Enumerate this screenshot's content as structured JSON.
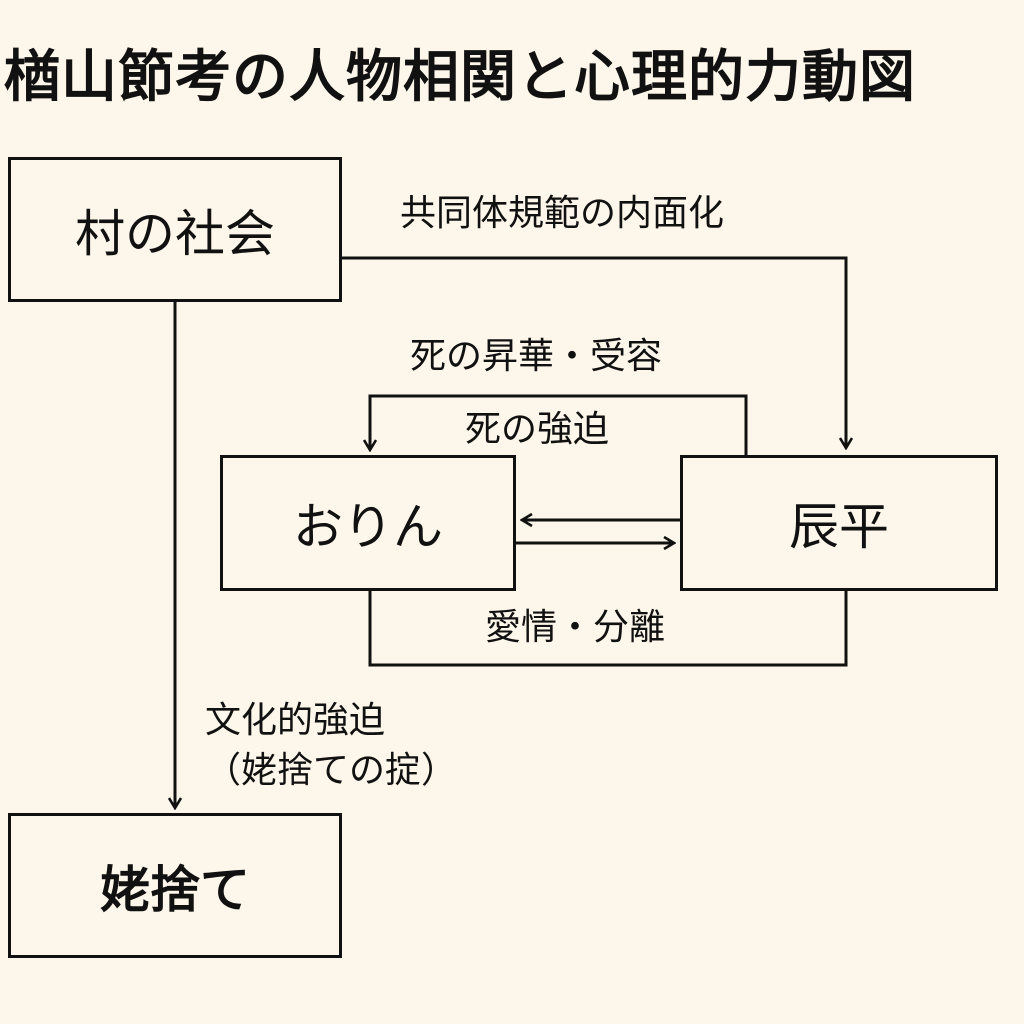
{
  "title": "楢山節考の人物相関と心理的力動図",
  "nodes": {
    "village": "村の社会",
    "orin": "おりん",
    "tatsuhei": "辰平",
    "ubasute": "姥捨て"
  },
  "edges": {
    "norm": "共同体規範の内面化",
    "sublimation": "死の昇華・受容",
    "coercion": "死の強迫",
    "love": "愛情・分離",
    "cultural_line1": "文化的強迫",
    "cultural_line2": "（姥捨ての掟）"
  }
}
